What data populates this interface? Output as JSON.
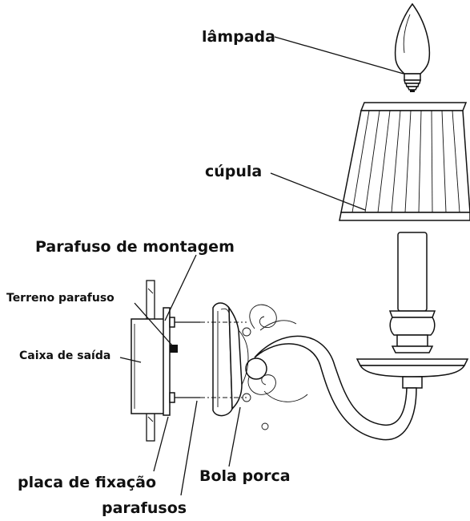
{
  "labels": {
    "lampada": "lâmpada",
    "cupula": "cúpula",
    "parafuso_montagem": "Parafuso de montagem",
    "terreno_parafuso": "Terreno parafuso",
    "caixa_saida": "Caixa de saída",
    "placa_fixacao": "placa de fixação",
    "bola_porca": "Bola porca",
    "parafusos": "parafusos"
  }
}
